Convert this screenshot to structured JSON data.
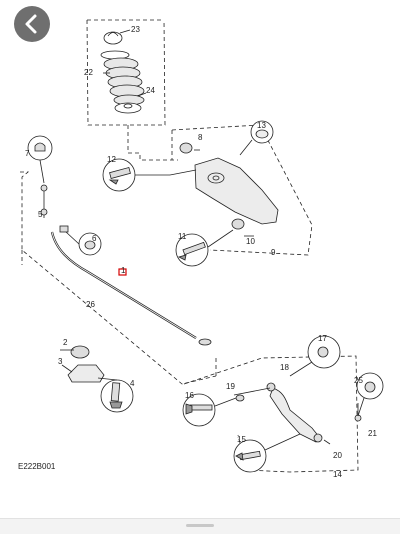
{
  "nav": {
    "back_icon": "chevron-left-icon"
  },
  "diagram": {
    "code": "E222B001",
    "callouts": {
      "c1": "1",
      "c2": "2",
      "c3": "3",
      "c4": "4",
      "c5": "5",
      "c6": "6",
      "c7": "7",
      "c8": "8",
      "c9": "9",
      "c10": "10",
      "c11": "11",
      "c12": "12",
      "c13": "13",
      "c14": "14",
      "c15": "15",
      "c16": "16",
      "c17": "17",
      "c18": "18",
      "c19": "19",
      "c20": "20",
      "c21": "21",
      "c22": "22",
      "c23": "23",
      "c24": "24",
      "c25": "25",
      "c26": "26"
    },
    "highlight_color": "#d40000"
  }
}
